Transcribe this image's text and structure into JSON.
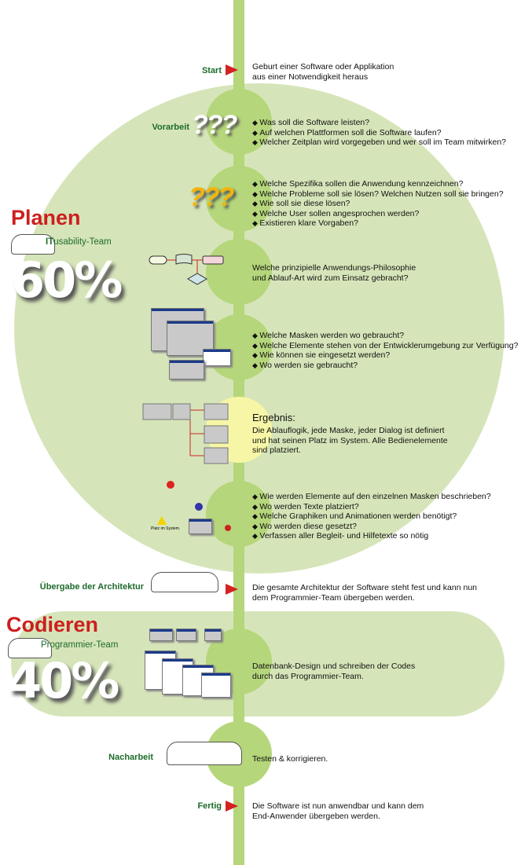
{
  "phases": {
    "planen": {
      "title": "Planen",
      "team": "ITusability-Team",
      "team_prefix": "IT",
      "team_rest": "usability-Team",
      "percent": "60%"
    },
    "codieren": {
      "title": "Codieren",
      "team": "Programmier-Team",
      "percent": "40%"
    }
  },
  "steps": [
    {
      "label": "Start",
      "text": [
        "Geburt einer Software oder Applikation",
        "aus einer Notwendigkeit heraus"
      ]
    },
    {
      "label": "Vorarbeit",
      "icon": "???",
      "bullets": [
        "Was soll die Software leisten?",
        "Auf welchen Plattformen soll die Software laufen?",
        "Welcher Zeitplan wird vorgegeben und wer soll im Team mitwirken?"
      ]
    },
    {
      "icon": "???",
      "bullets": [
        "Welche Spezifika sollen die Anwendung kennzeichnen?",
        "Welche Probleme soll sie lösen? Welchen Nutzen soll sie bringen?",
        "Wie soll sie diese lösen?",
        "Welche User sollen angesprochen werden?",
        "Existieren klare Vorgaben?"
      ]
    },
    {
      "text": [
        "Welche prinzipielle Anwendungs-Philosophie",
        "und Ablauf-Art wird zum Einsatz gebracht?"
      ]
    },
    {
      "bullets": [
        "Welche Masken werden wo gebraucht?",
        "Welche Elemente stehen von der Entwicklerumgebung zur Verfügung?",
        "Wie können sie eingesetzt werden?",
        "Wo werden sie gebraucht?"
      ]
    },
    {
      "heading": "Ergebnis:",
      "text": [
        "Die Ablauflogik, jede Maske, jeder Dialog ist definiert",
        "und hat seinen Platz im System. Alle Bedienelemente",
        "sind platziert."
      ]
    },
    {
      "bullets": [
        "Wie werden Elemente auf den einzelnen Masken beschrieben?",
        "Wo werden Texte platziert?",
        "Welche Graphiken und Animationen werden benötigt?",
        "Wo werden diese gesetzt?",
        "Verfassen aller Begleit- und Hilfetexte so nötig"
      ],
      "callout": "Platz im System."
    },
    {
      "label": "Übergabe der Architektur",
      "text": [
        "Die gesamte Architektur der Software steht fest und kann nun",
        "dem Programmier-Team übergeben werden."
      ]
    },
    {
      "text": [
        "Datenbank-Design und schreiben der Codes",
        "durch das Programmier-Team."
      ]
    },
    {
      "label": "Nacharbeit",
      "text": [
        "Testen & korrigieren."
      ]
    },
    {
      "label": "Fertig",
      "text": [
        "Die Software ist nun anwendbar und kann dem",
        "End-Anwender übergeben werden."
      ]
    }
  ],
  "colors": {
    "circle": "#d6e5b9",
    "node": "#b5d67a",
    "highlight": "#f6f6a6",
    "label": "#1d6b2a",
    "phase": "#cc1f1f",
    "arrow": "#d42222"
  }
}
